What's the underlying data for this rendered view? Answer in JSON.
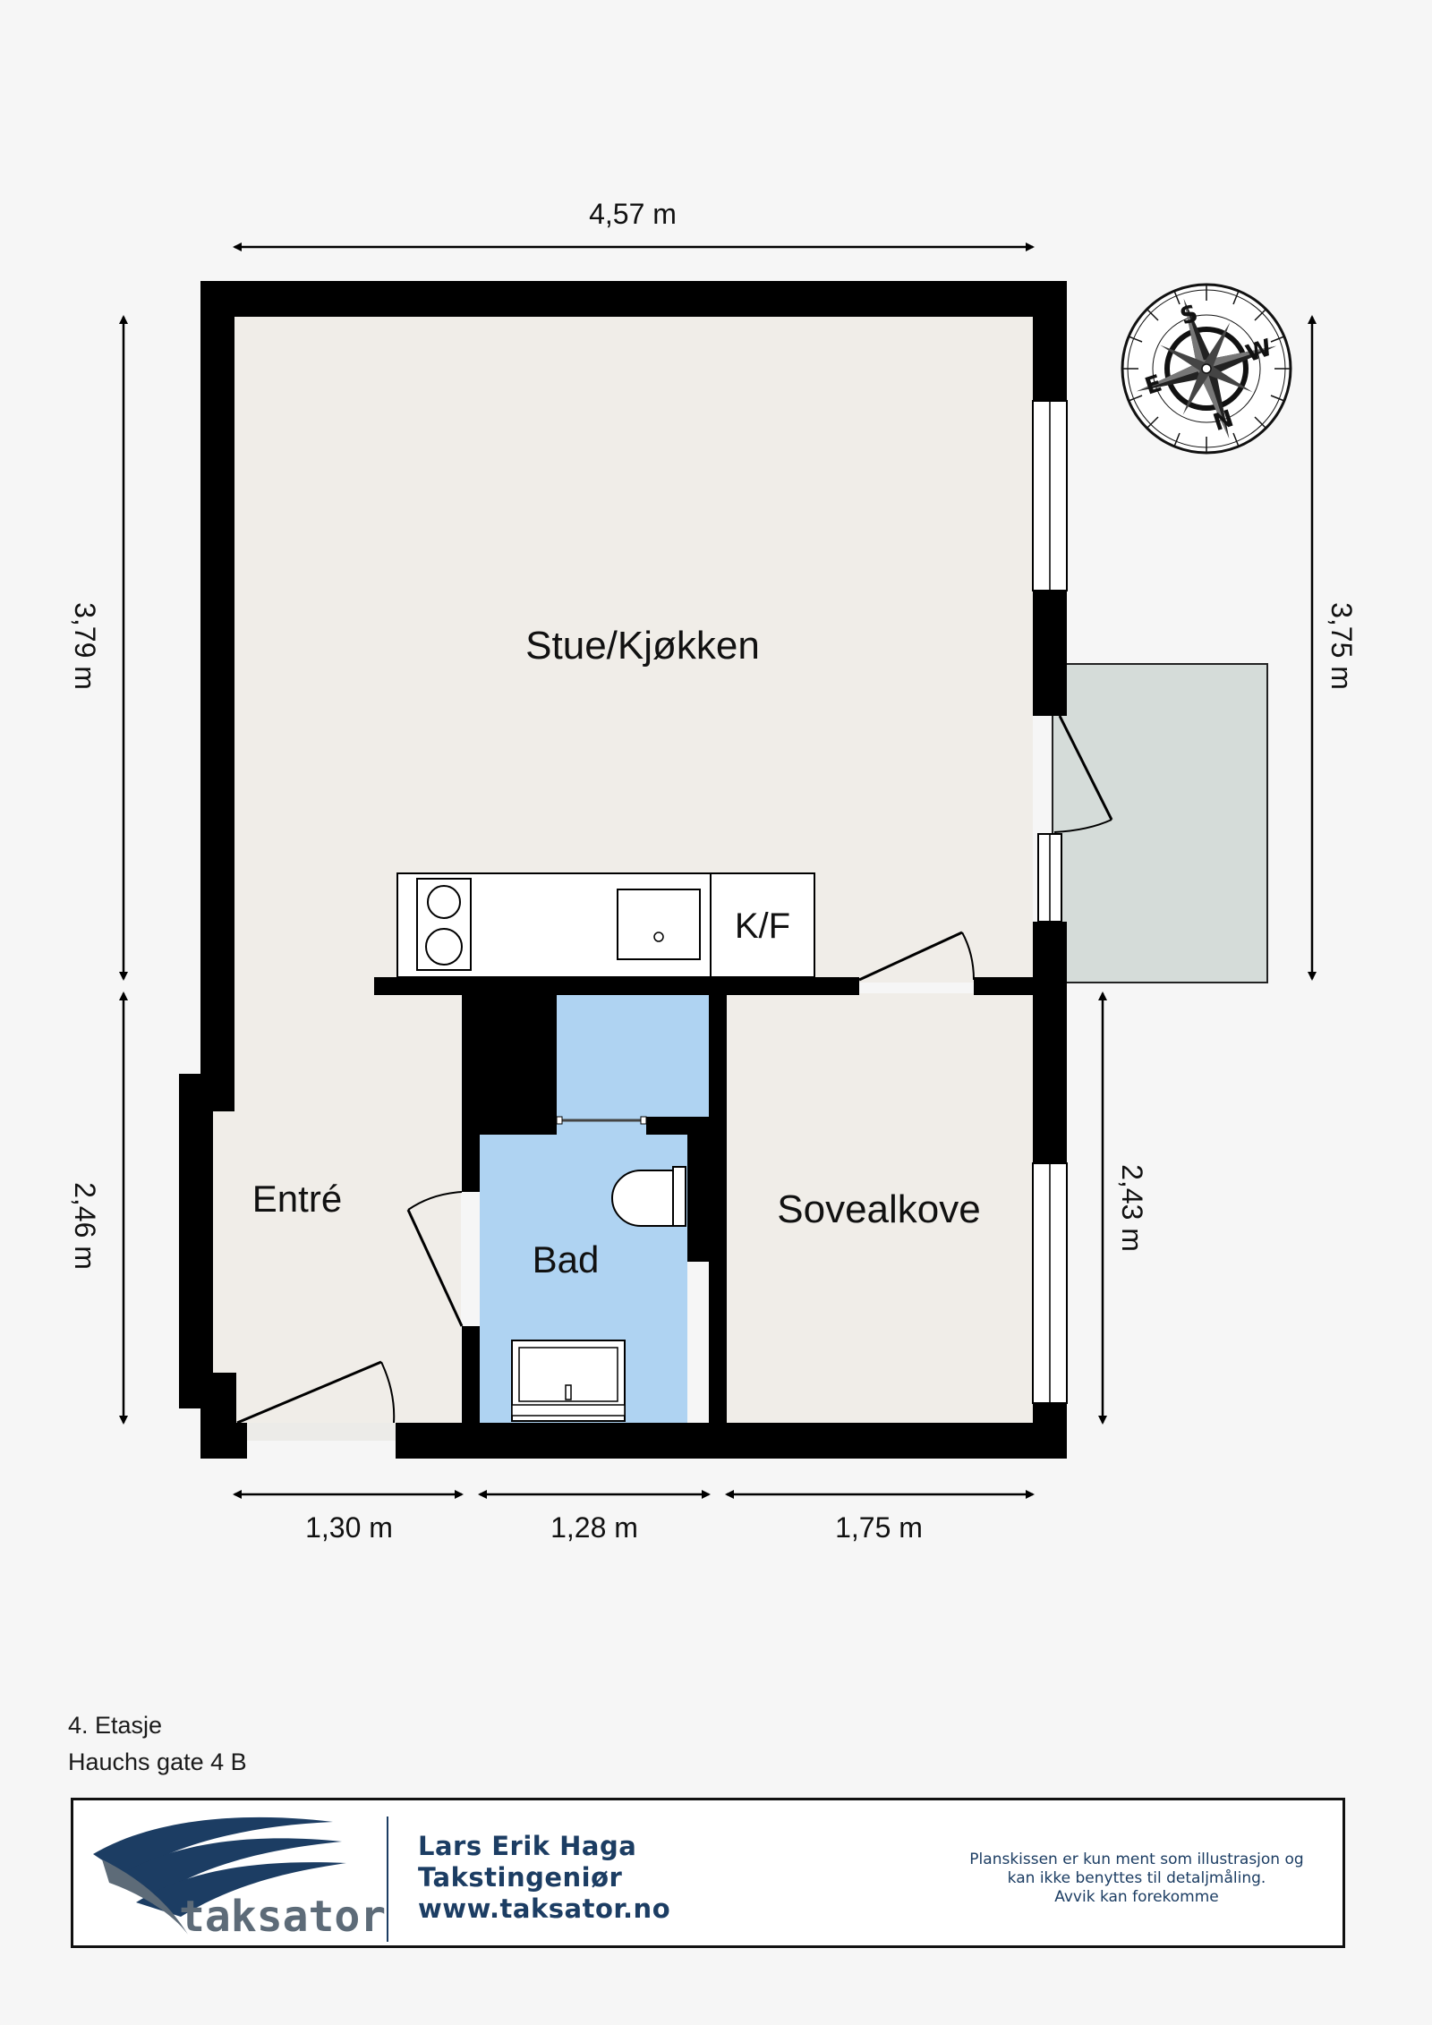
{
  "rooms": {
    "living_kitchen": "Stue/Kjøkken",
    "entrance": "Entré",
    "bathroom": "Bad",
    "sleeping_alcove": "Sovealkove",
    "fridge_freezer": "K/F"
  },
  "dimensions": {
    "top_width": "4,57 m",
    "left_upper_height": "3,79 m",
    "left_lower_height": "2,46 m",
    "right_upper_height": "3,75 m",
    "right_lower_height": "2,43 m",
    "bottom_entrance_width": "1,30 m",
    "bottom_bathroom_width": "1,28 m",
    "bottom_alcove_width": "1,75 m"
  },
  "compass": {
    "north": "N",
    "south": "S",
    "east": "E",
    "west": "W"
  },
  "floor": {
    "level": "4. Etasje",
    "address": "Hauchs gate 4 B"
  },
  "footer": {
    "logo_text": "taksator",
    "contact_name": "Lars Erik Haga",
    "contact_title": "Takstingeniør",
    "contact_website": "www.taksator.no",
    "disclaimer_lines": [
      "Planskissen er kun ment som illustrasjon og",
      "kan ikke benyttes til detaljmåling.",
      "Avvik kan forekomme"
    ]
  },
  "colors": {
    "floor": "#f0ede8",
    "bathroom": "#afd3f2",
    "balcony": "#d5dcd9",
    "wall": "#000000",
    "brand": "#1c3d63"
  }
}
